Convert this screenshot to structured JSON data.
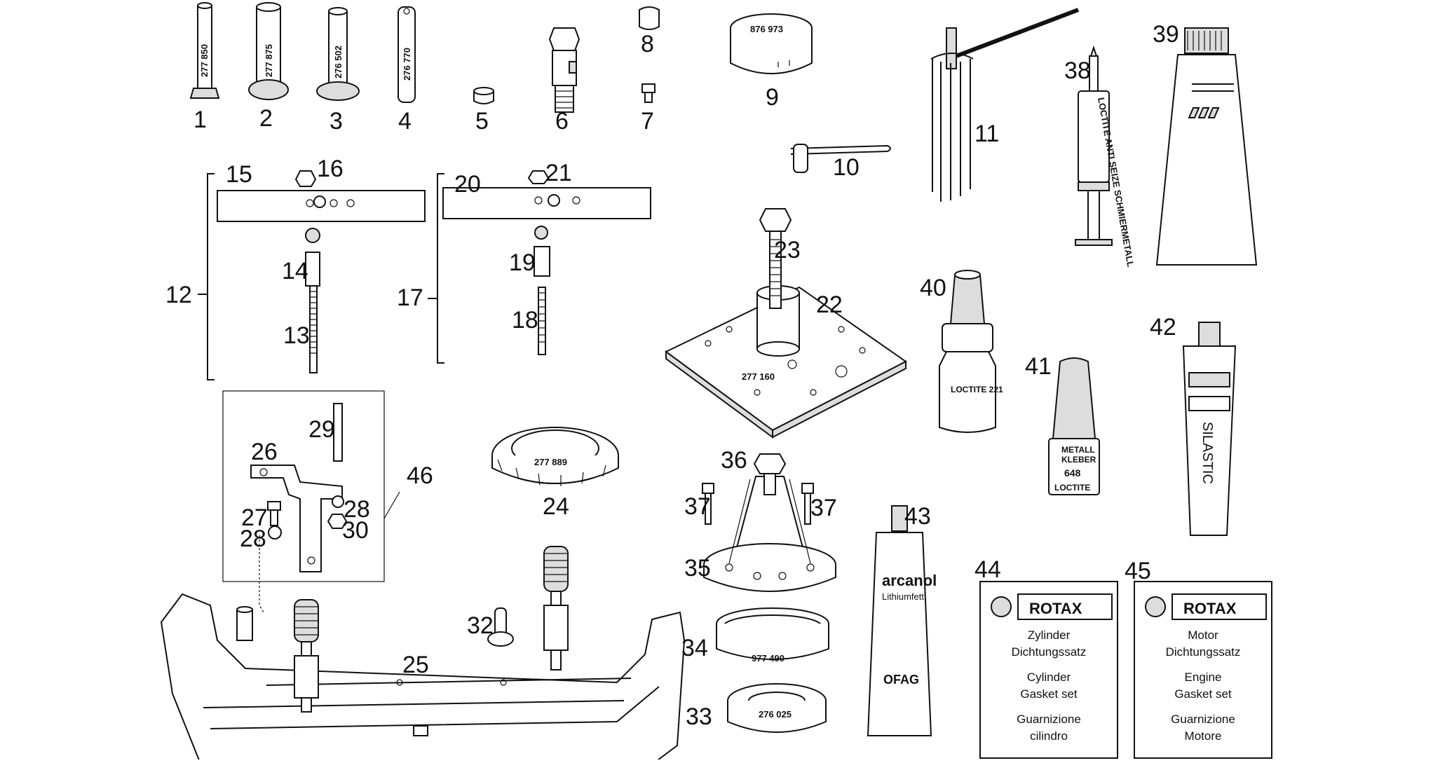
{
  "callouts": [
    "1",
    "2",
    "3",
    "4",
    "5",
    "6",
    "7",
    "8",
    "9",
    "10",
    "11",
    "12",
    "13",
    "14",
    "15",
    "16",
    "17",
    "18",
    "19",
    "20",
    "21",
    "22",
    "23",
    "24",
    "25",
    "26",
    "27",
    "28",
    "28",
    "29",
    "30",
    "32",
    "33",
    "34",
    "35",
    "36",
    "37",
    "37",
    "38",
    "39",
    "40",
    "41",
    "42",
    "43",
    "44",
    "45",
    "46"
  ],
  "part_codes": {
    "p1": "277 850",
    "p2": "277 875",
    "p3": "276 502",
    "p4": "276 770",
    "p9": "876 973",
    "p22": "277 160",
    "p24": "277 889",
    "p33": "276 025",
    "p34": "977 490"
  },
  "products": {
    "p38": "LOCTITE ANTI SEIZE SCHMIERMETALL",
    "p40": "LOCTITE 221",
    "p41": {
      "l1": "METALL",
      "l2": "KLEBER",
      "l3": "648",
      "l4": "LOCTITE"
    },
    "p42": "SILASTIC",
    "p43": {
      "brand": "arcanol",
      "sub": "Lithiumfett",
      "logo": "OFAG"
    }
  },
  "cards": {
    "c44": {
      "brand": "ROTAX",
      "lines": [
        "Zylinder",
        "Dichtungssatz",
        "Cylinder",
        "Gasket set",
        "Guarnizione",
        "cilindro"
      ]
    },
    "c45": {
      "brand": "ROTAX",
      "lines": [
        "Motor",
        "Dichtungssatz",
        "Engine",
        "Gasket set",
        "Guarnizione",
        "Motore"
      ]
    }
  }
}
